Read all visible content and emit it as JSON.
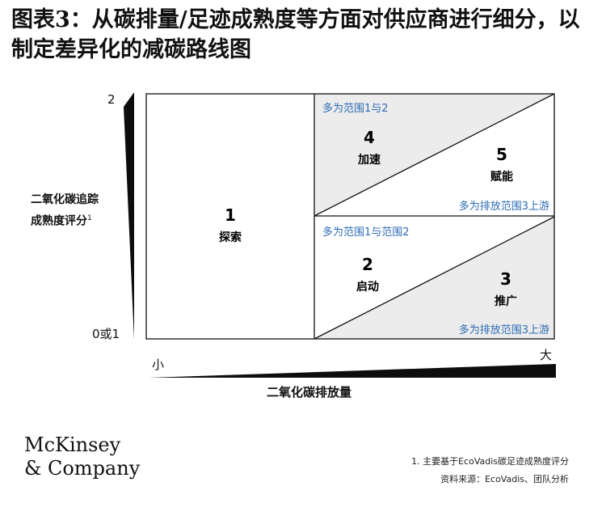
{
  "title": "图表3：从碳排量/足迹成熟度等方面对供应商进行细分，以制定差异化的减碳路线图",
  "y_axis": {
    "label": "二氧化碳追踪成熟度评分",
    "footnote_mark": "1",
    "top_tick": "2",
    "bottom_tick": "0或1"
  },
  "x_axis": {
    "label": "二氧化碳排放量",
    "left_tick": "小",
    "right_tick": "大"
  },
  "segments": [
    {
      "number": "1",
      "name": "探索"
    },
    {
      "number": "4",
      "name": "加速",
      "note": "多为范围1与2"
    },
    {
      "number": "5",
      "name": "赋能",
      "note": "多为排放范围3上游"
    },
    {
      "number": "2",
      "name": "启动",
      "note": "多为范围1与范围2"
    },
    {
      "number": "3",
      "name": "推广",
      "note": "多为排放范围3上游"
    }
  ],
  "colors": {
    "accent_text": "#2e6db5",
    "shade": "#ececec",
    "line": "#111111"
  },
  "logo": {
    "line1": "McKinsey",
    "line2": "& Company"
  },
  "notes": {
    "footnote": "1. 主要基于EcoVadis碳足迹成熟度评分",
    "source": "资料来源：EcoVadis、团队分析"
  }
}
